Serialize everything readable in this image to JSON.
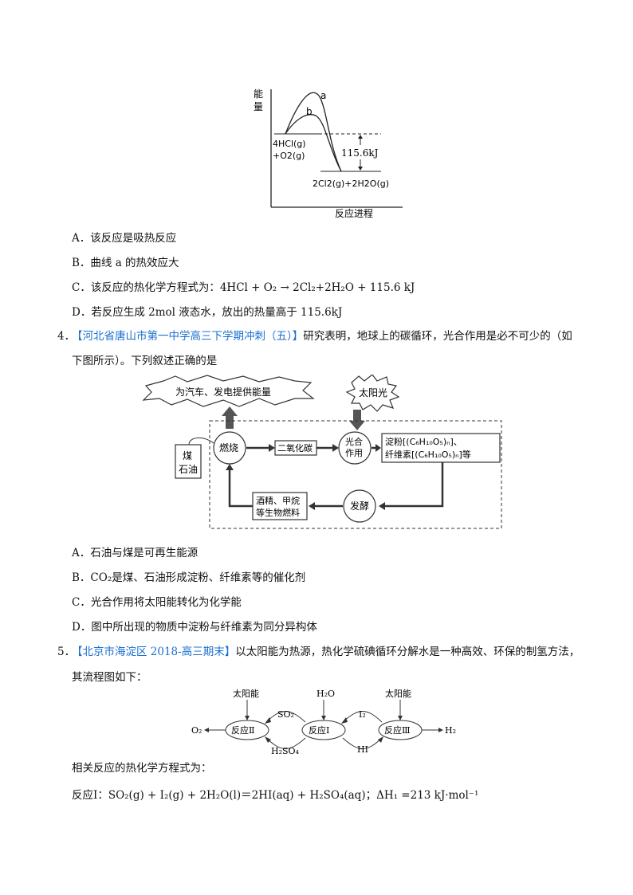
{
  "q3": {
    "energy_chart": {
      "y_label_1": "能",
      "y_label_2": "量",
      "x_label": "反应进程",
      "curve_a": "a",
      "curve_b": "b",
      "reactants_1": "4HCl(g)",
      "reactants_2": "+O2(g)",
      "delta": "115.6kJ",
      "products": "2Cl2(g)+2H2O(g)"
    },
    "options": {
      "a": "A．该反应是吸热反应",
      "b": "B．曲线 a 的热效应大",
      "c": "C．该反应的热化学方程式为：4HCl + O₂ → 2Cl₂+2H₂O + 115.6 kJ",
      "d": "D．若反应生成 2mol 液态水，放出的热量高于 115.6kJ"
    }
  },
  "q4": {
    "number": "4．",
    "source": "【河北省唐山市第一中学高三下学期冲刺（五）】",
    "stem_1": "研究表明，地球上的碳循环，光合作用是必不可少的（如",
    "stem_2": "下图所示）。下列叙述正确的是",
    "diagram": {
      "energy_supply": "为汽车、发电提供能量",
      "sun": "太阳光",
      "coal_1": "煤",
      "coal_2": "石油",
      "burn": "燃烧",
      "co2": "二氧化碳",
      "photo_1": "光合",
      "photo_2": "作用",
      "starch_1": "淀粉[(C₆H₁₀O₅)ₙ]、",
      "starch_2": "纤维素[(C₆H₁₀O₅)ₙ]等",
      "ferment": "发酵",
      "fuel_1": "酒精、甲烷",
      "fuel_2": "等生物燃料"
    },
    "options": {
      "a": "A．石油与煤是可再生能源",
      "b": "B．CO₂是煤、石油形成淀粉、纤维素等的催化剂",
      "c": "C．光合作用将太阳能转化为化学能",
      "d": "D．图中所出现的物质中淀粉与纤维素为同分异构体"
    }
  },
  "q5": {
    "number": "5．",
    "source": "【北京市海淀区 2018-高三期末】",
    "stem_1": "以太阳能为热源，热化学硫碘循环分解水是一种高效、环保的制氢方法，",
    "stem_2": "其流程图如下：",
    "diagram": {
      "solar_left": "太阳能",
      "water": "H₂O",
      "solar_right": "太阳能",
      "o2": "O₂",
      "r2": "反应Ⅱ",
      "r1": "反应Ⅰ",
      "r3": "反应Ⅲ",
      "h2": "H₂",
      "so2": "SO₂",
      "h2so4": "H₂SO₄",
      "i2": "I₂",
      "hi": "HI"
    },
    "intro": "相关反应的热化学方程式为：",
    "reaction1": "反应Ⅰ：SO₂(g) + I₂(g) + 2H₂O(l)＝2HI(aq) + H₂SO₄(aq)；ΔH₁ =213 kJ·mol⁻¹"
  }
}
